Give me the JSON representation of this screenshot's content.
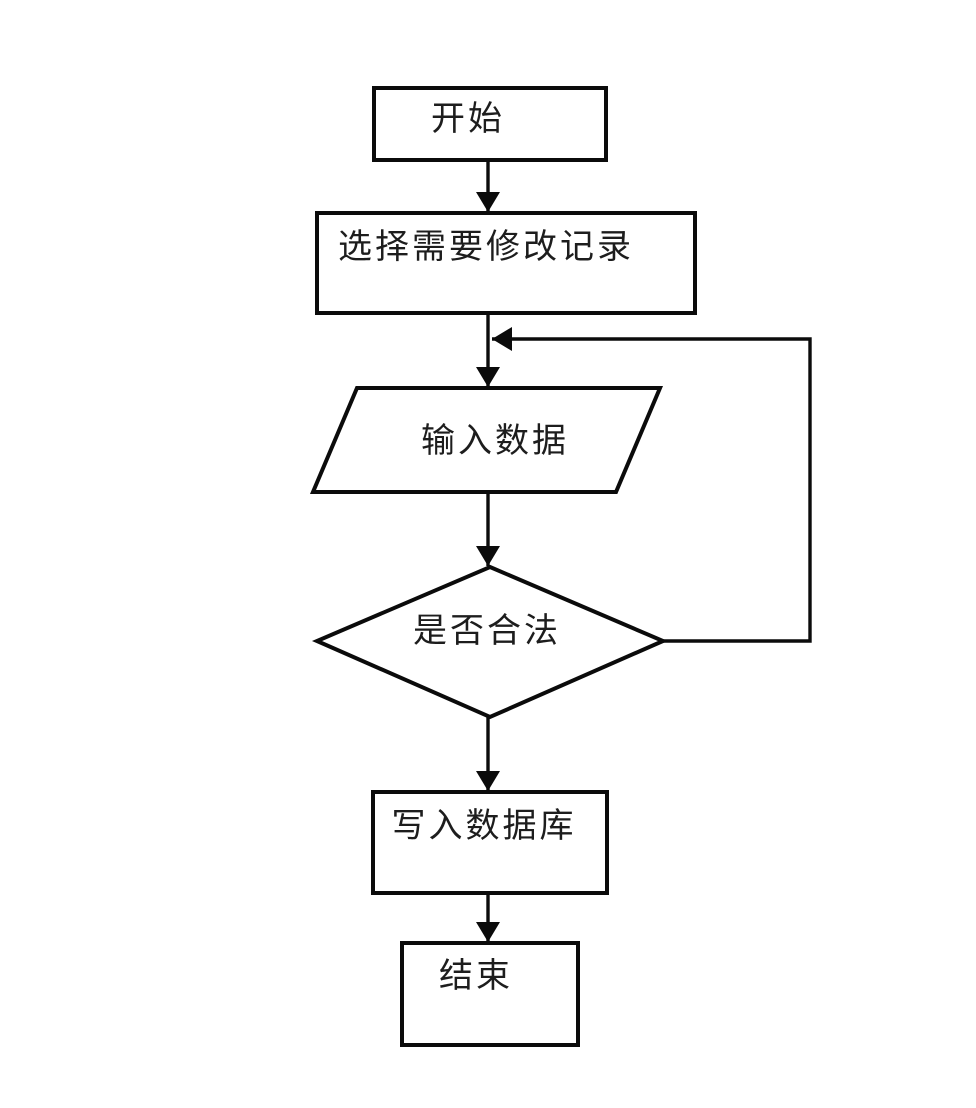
{
  "diagram": {
    "type": "flowchart",
    "background_color": "#ffffff",
    "stroke_color": "#0b0b0b",
    "text_color": "#1d1d1d",
    "nodes": [
      {
        "id": "start",
        "shape": "rectangle",
        "label": "开始"
      },
      {
        "id": "select",
        "shape": "rectangle",
        "label": "选择需要修改记录"
      },
      {
        "id": "input",
        "shape": "parallelogram",
        "label": "输入数据"
      },
      {
        "id": "legal",
        "shape": "diamond",
        "label": "是否合法"
      },
      {
        "id": "write",
        "shape": "rectangle",
        "label": "写入数据库"
      },
      {
        "id": "end",
        "shape": "rectangle",
        "label": "结束"
      }
    ],
    "edges": [
      {
        "from": "start",
        "to": "select",
        "label": ""
      },
      {
        "from": "select",
        "to": "input",
        "label": ""
      },
      {
        "from": "input",
        "to": "legal",
        "label": ""
      },
      {
        "from": "legal",
        "to": "write",
        "label": ""
      },
      {
        "from": "write",
        "to": "end",
        "label": ""
      },
      {
        "from": "legal",
        "to": "input",
        "label": "",
        "kind": "loop-back-right-side"
      }
    ]
  }
}
